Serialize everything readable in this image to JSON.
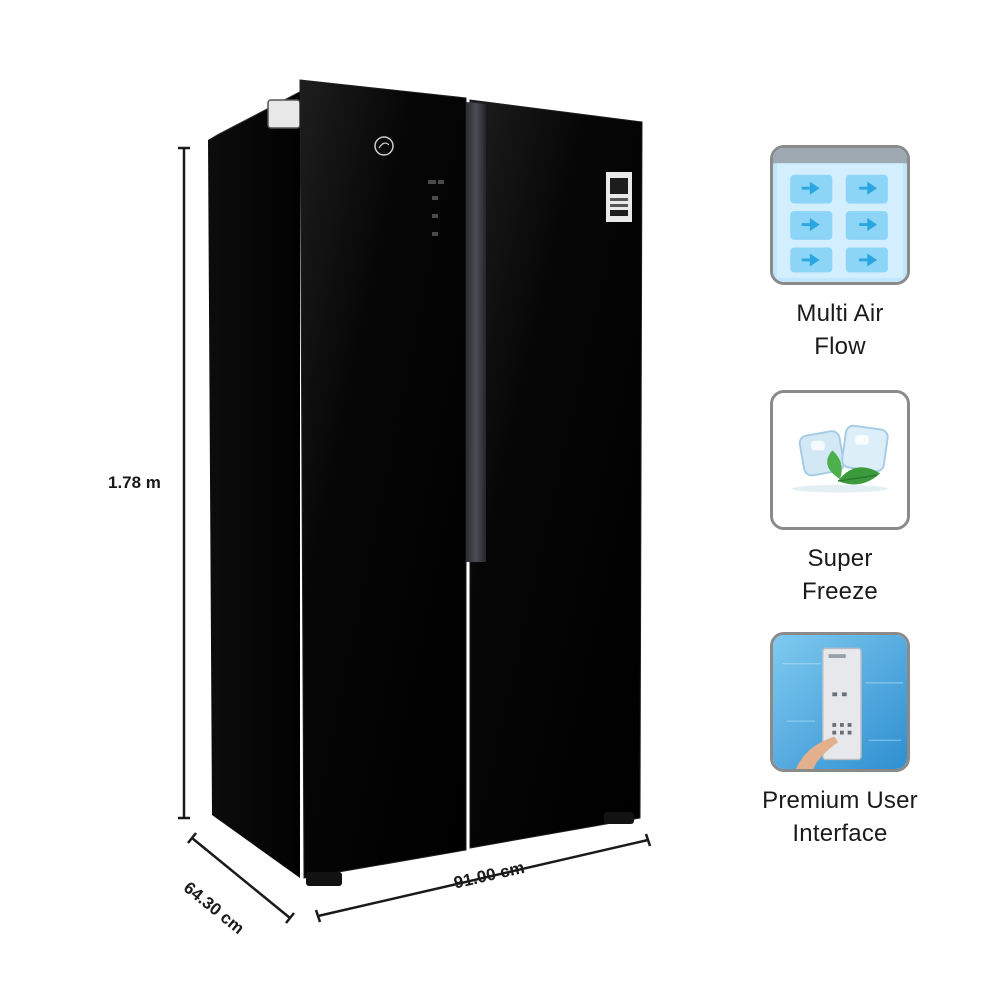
{
  "dimensions": {
    "height": "1.78 m",
    "depth": "64.30 cm",
    "width": "91.00 cm"
  },
  "features": [
    {
      "icon": "air-flow-icon",
      "lines": [
        "Multi Air",
        "Flow"
      ]
    },
    {
      "icon": "ice-cubes-icon",
      "lines": [
        "Super",
        "Freeze"
      ]
    },
    {
      "icon": "touch-panel-icon",
      "lines": [
        "Premium User",
        "Interface"
      ]
    }
  ],
  "colors": {
    "fridge_body": "#050505",
    "handle": "#3a3d44",
    "card_border": "#8a8a8a",
    "accent_blue": "#4fb7e8"
  }
}
